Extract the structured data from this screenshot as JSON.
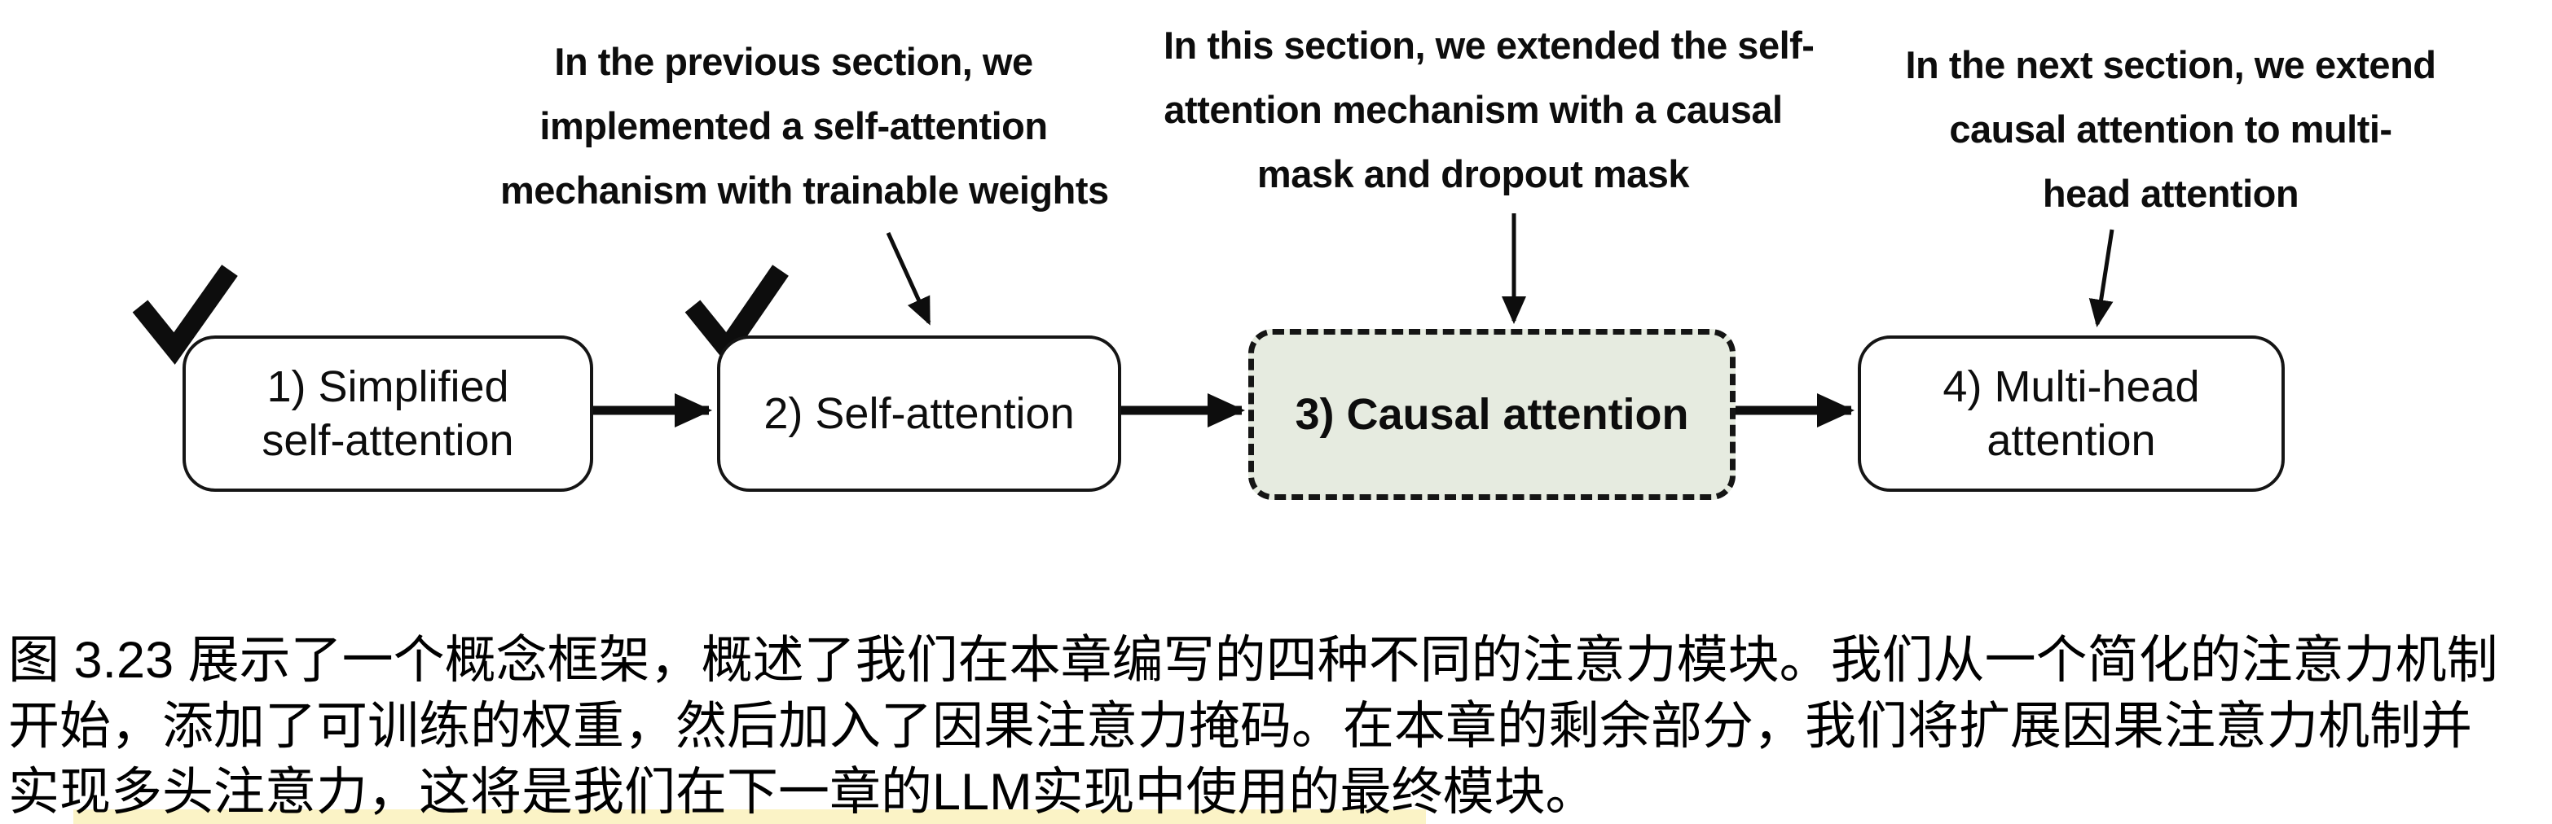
{
  "annotations": [
    {
      "target": "self-attention",
      "lines": [
        "In the previous section, we",
        "implemented a self-attention",
        "mechanism with trainable weights"
      ]
    },
    {
      "target": "causal-attention",
      "lines": [
        "In this section, we extended the self-",
        "attention mechanism with a causal",
        "mask and dropout mask"
      ]
    },
    {
      "target": "multi-head-attention",
      "lines": [
        "In the next section, we extend",
        "causal attention to multi-",
        "head attention"
      ]
    }
  ],
  "boxes": [
    {
      "label_lines": [
        "1) Simplified",
        "self-attention"
      ],
      "checked": true,
      "highlighted": false
    },
    {
      "label_lines": [
        "2) Self-attention"
      ],
      "checked": true,
      "highlighted": false
    },
    {
      "label_lines": [
        "3) Causal attention"
      ],
      "checked": false,
      "highlighted": true
    },
    {
      "label_lines": [
        "4) Multi-head",
        "attention"
      ],
      "checked": false,
      "highlighted": false
    }
  ],
  "caption": {
    "lines": [
      "图 3.23 展示了一个概念框架，概述了我们在本章编写的四种不同的注意力模块。我们从一个简化的注意力机制",
      "开始，添加了可训练的权重，然后加入了因果注意力掩码。在本章的剩余部分，我们将扩展因果注意力机制并",
      "实现多头注意力，这将是我们在下一章的LLM实现中使用的最终模块。"
    ]
  },
  "icons": {
    "checkmark": "✔",
    "flow_arrow": "→",
    "annotation_arrow": "↓"
  },
  "colors": {
    "text": "#0d0d0d",
    "box_border": "#151515",
    "highlight_box_bg": "#e6ebe0",
    "caption_highlight": "#fbf3c6",
    "background": "#ffffff"
  }
}
